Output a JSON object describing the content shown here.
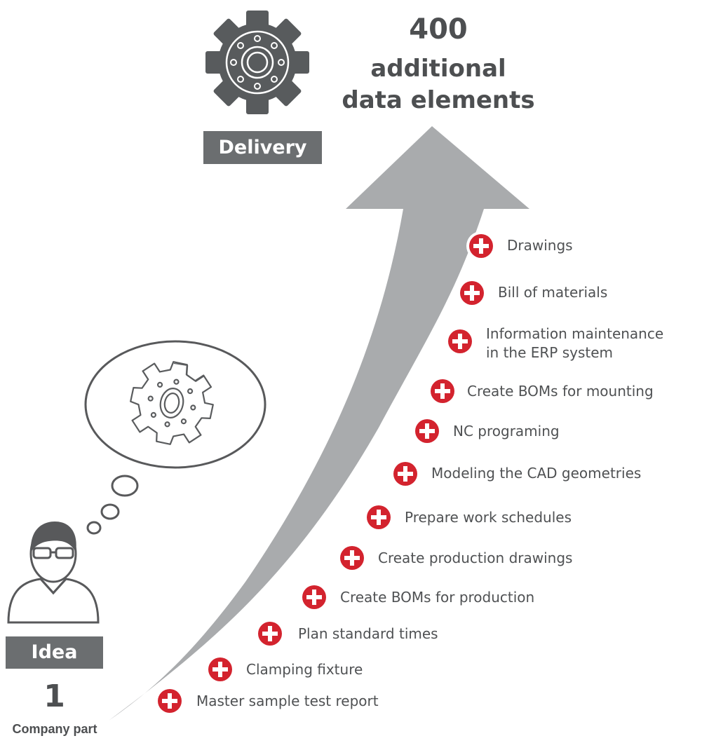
{
  "headline": {
    "count": "400",
    "line1": "additional",
    "line2": "data elements"
  },
  "delivery_tag": "Delivery",
  "idea_tag": "Idea",
  "start": {
    "count": "1",
    "label": "Company part"
  },
  "steps": [
    {
      "label": [
        "Drawings"
      ]
    },
    {
      "label": [
        "Bill of  materials"
      ]
    },
    {
      "label": [
        "Information maintenance",
        "in the ERP system"
      ]
    },
    {
      "label": [
        "Create BOMs for mounting"
      ]
    },
    {
      "label": [
        "NC programing"
      ]
    },
    {
      "label": [
        "Modeling the CAD geometries"
      ]
    },
    {
      "label": [
        "Prepare work schedules"
      ]
    },
    {
      "label": [
        "Create production drawings"
      ]
    },
    {
      "label": [
        "Create BOMs for production"
      ]
    },
    {
      "label": [
        "Plan standard times"
      ]
    },
    {
      "label": [
        "Clamping fixture"
      ]
    },
    {
      "label": [
        "Master sample test report"
      ]
    }
  ],
  "icons": {
    "step": "plus-icon",
    "delivery": "gear-part-icon",
    "thought": "sketched-gear-icon",
    "person": "person-with-glasses-icon"
  },
  "colors": {
    "dark_gray": "#4d4f51",
    "tag_gray": "#6b6e70",
    "arrow_gray": "#a9abad",
    "accent_red": "#d3232e"
  }
}
